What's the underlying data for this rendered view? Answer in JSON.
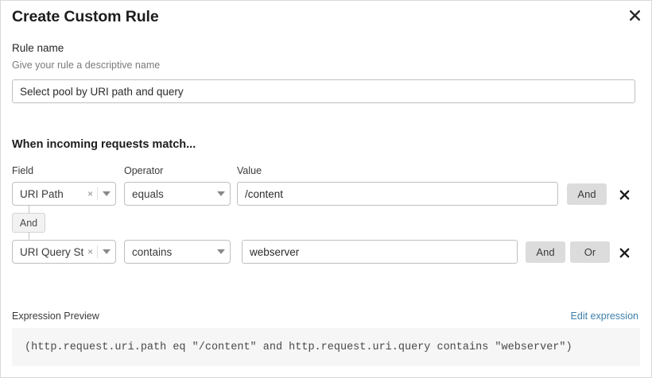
{
  "dialog": {
    "title": "Create Custom Rule",
    "close_icon": "close-icon"
  },
  "rule_name": {
    "label": "Rule name",
    "hint": "Give your rule a descriptive name",
    "value": "Select pool by URI path and query",
    "placeholder": "Select pool by URI path and query"
  },
  "match_section": {
    "heading": "When incoming requests match...",
    "columns": {
      "field": "Field",
      "operator": "Operator",
      "value": "Value"
    },
    "connector": {
      "label": "And"
    },
    "rows": [
      {
        "field": "URI Path",
        "clear_icon": "×",
        "operator": "equals",
        "value": "/content",
        "and_label": "And",
        "or_label": null,
        "remove_icon": "close-icon"
      },
      {
        "field": "URI Query St...",
        "clear_icon": "×",
        "operator": "contains",
        "value": "webserver",
        "and_label": "And",
        "or_label": "Or",
        "remove_icon": "close-icon"
      }
    ]
  },
  "expression_preview": {
    "label": "Expression Preview",
    "edit_link": "Edit expression",
    "code": "(http.request.uri.path eq \"/content\" and http.request.uri.query contains \"webserver\")"
  },
  "colors": {
    "link": "#3d7fab",
    "logic_button_bg": "#dcdcdc",
    "code_bg": "#f6f6f6",
    "border": "#bfbfbf"
  }
}
